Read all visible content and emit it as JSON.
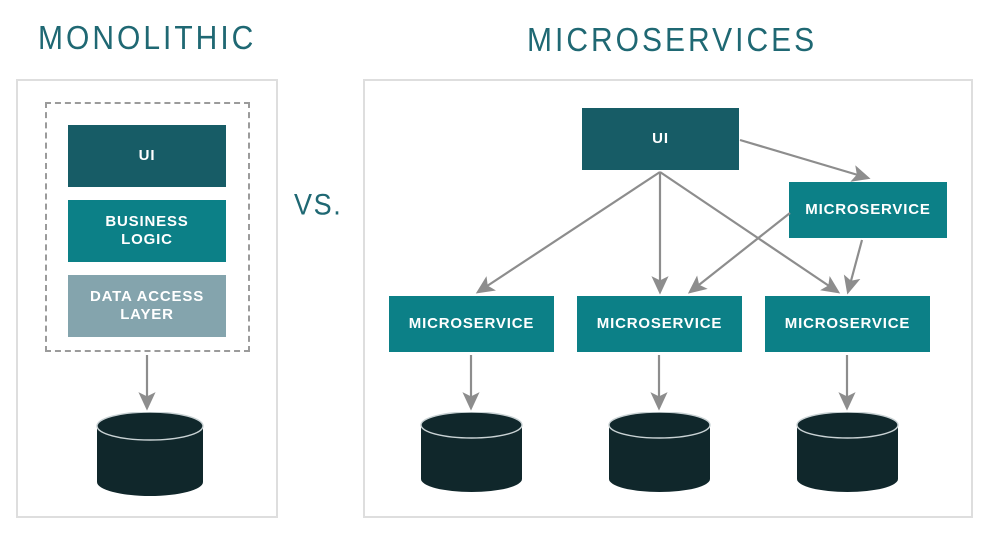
{
  "diagram": {
    "titles": {
      "left": "MONOLITHIC",
      "right": "MICROSERVICES"
    },
    "separator_label": "VS.",
    "colors": {
      "title_teal": "#1f6873",
      "box_dark_teal": "#175c66",
      "box_teal": "#0c8087",
      "box_slate": "#84a4ad",
      "cylinder_dark": "#10272b",
      "panel_border": "#dedede",
      "dashed_border": "#9b9b9b",
      "arrow_gray": "#8d8d8d",
      "box_text": "#ffffff"
    },
    "monolithic": {
      "boxes": [
        {
          "label": "UI",
          "color": "#175c66"
        },
        {
          "label": "BUSINESS\nLOGIC",
          "line1": "BUSINESS",
          "line2": "LOGIC",
          "color": "#0c8087"
        },
        {
          "label": "DATA ACCESS\nLAYER",
          "line1": "DATA ACCESS",
          "line2": "LAYER",
          "color": "#84a4ad"
        }
      ],
      "database": {
        "name": "database-cylinder",
        "count": 1
      },
      "arrows": [
        {
          "from": "data-access-layer",
          "to": "database"
        }
      ]
    },
    "microservices": {
      "ui_box": {
        "label": "UI",
        "color": "#175c66"
      },
      "service_boxes": [
        {
          "label": "MICROSERVICE",
          "position": "top-right",
          "color": "#0c8087"
        },
        {
          "label": "MICROSERVICE",
          "position": "bottom-left",
          "color": "#0c8087"
        },
        {
          "label": "MICROSERVICE",
          "position": "bottom-center",
          "color": "#0c8087"
        },
        {
          "label": "MICROSERVICE",
          "position": "bottom-right",
          "color": "#0c8087"
        }
      ],
      "databases": [
        {
          "name": "database-cylinder-1"
        },
        {
          "name": "database-cylinder-2"
        },
        {
          "name": "database-cylinder-3"
        }
      ],
      "arrows": [
        {
          "from": "ui",
          "to": "microservice-top-right"
        },
        {
          "from": "ui",
          "to": "microservice-bottom-left"
        },
        {
          "from": "ui",
          "to": "microservice-bottom-center"
        },
        {
          "from": "ui",
          "to": "microservice-bottom-right"
        },
        {
          "from": "microservice-top-right",
          "to": "microservice-bottom-center"
        },
        {
          "from": "microservice-top-right",
          "to": "microservice-bottom-right"
        },
        {
          "from": "microservice-bottom-left",
          "to": "database-1"
        },
        {
          "from": "microservice-bottom-center",
          "to": "database-2"
        },
        {
          "from": "microservice-bottom-right",
          "to": "database-3"
        }
      ]
    }
  }
}
